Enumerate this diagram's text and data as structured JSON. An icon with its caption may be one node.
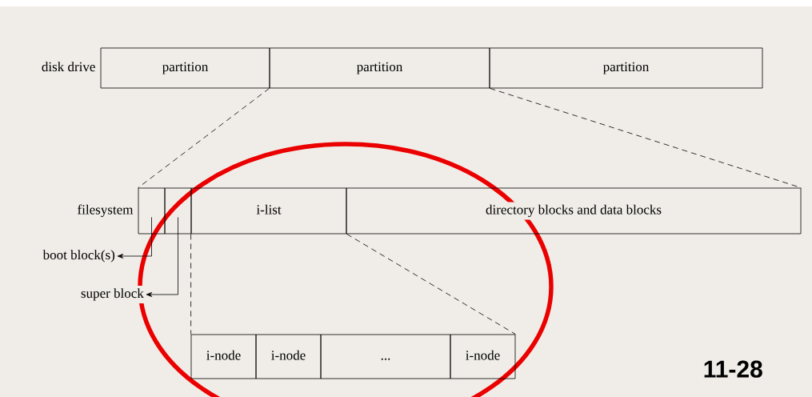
{
  "diagram": {
    "nodes": [
      {
        "text": [
          "partition"
        ],
        "beside": [
          "disk drive"
        ]
      },
      {
        "text": [
          "partition"
        ]
      },
      {
        "text": [
          "partition"
        ]
      },
      {
        "text": [],
        "shape": "box",
        "beside": [
          "filesystem"
        ]
      },
      {
        "text": [],
        "shape": "box"
      },
      {
        "text": [
          "i-list"
        ]
      },
      {
        "text": [
          "directory blocks and data blocks"
        ]
      },
      {
        "text": [
          "boot block(s)"
        ]
      },
      {
        "text": [
          "super block"
        ]
      },
      {
        "text": [
          "i-node"
        ]
      },
      {
        "text": [
          "i-node"
        ]
      },
      {
        "text": [
          "..."
        ]
      },
      {
        "text": [
          "i-node"
        ]
      }
    ],
    "edges": [
      {
        "from": 1,
        "to": 3,
        "arrow": "none",
        "style": "dashed"
      },
      {
        "from": 1,
        "to": 6,
        "arrow": "none",
        "style": "dashed"
      },
      {
        "from": 3,
        "to": 7,
        "arrow": "to"
      },
      {
        "from": 4,
        "to": 8,
        "arrow": "to"
      },
      {
        "from": 5,
        "to": 9,
        "arrow": "none",
        "style": "dashed"
      },
      {
        "from": 5,
        "to": 12,
        "arrow": "none",
        "style": "dashed"
      }
    ],
    "labels": [
      "11-28"
    ]
  }
}
